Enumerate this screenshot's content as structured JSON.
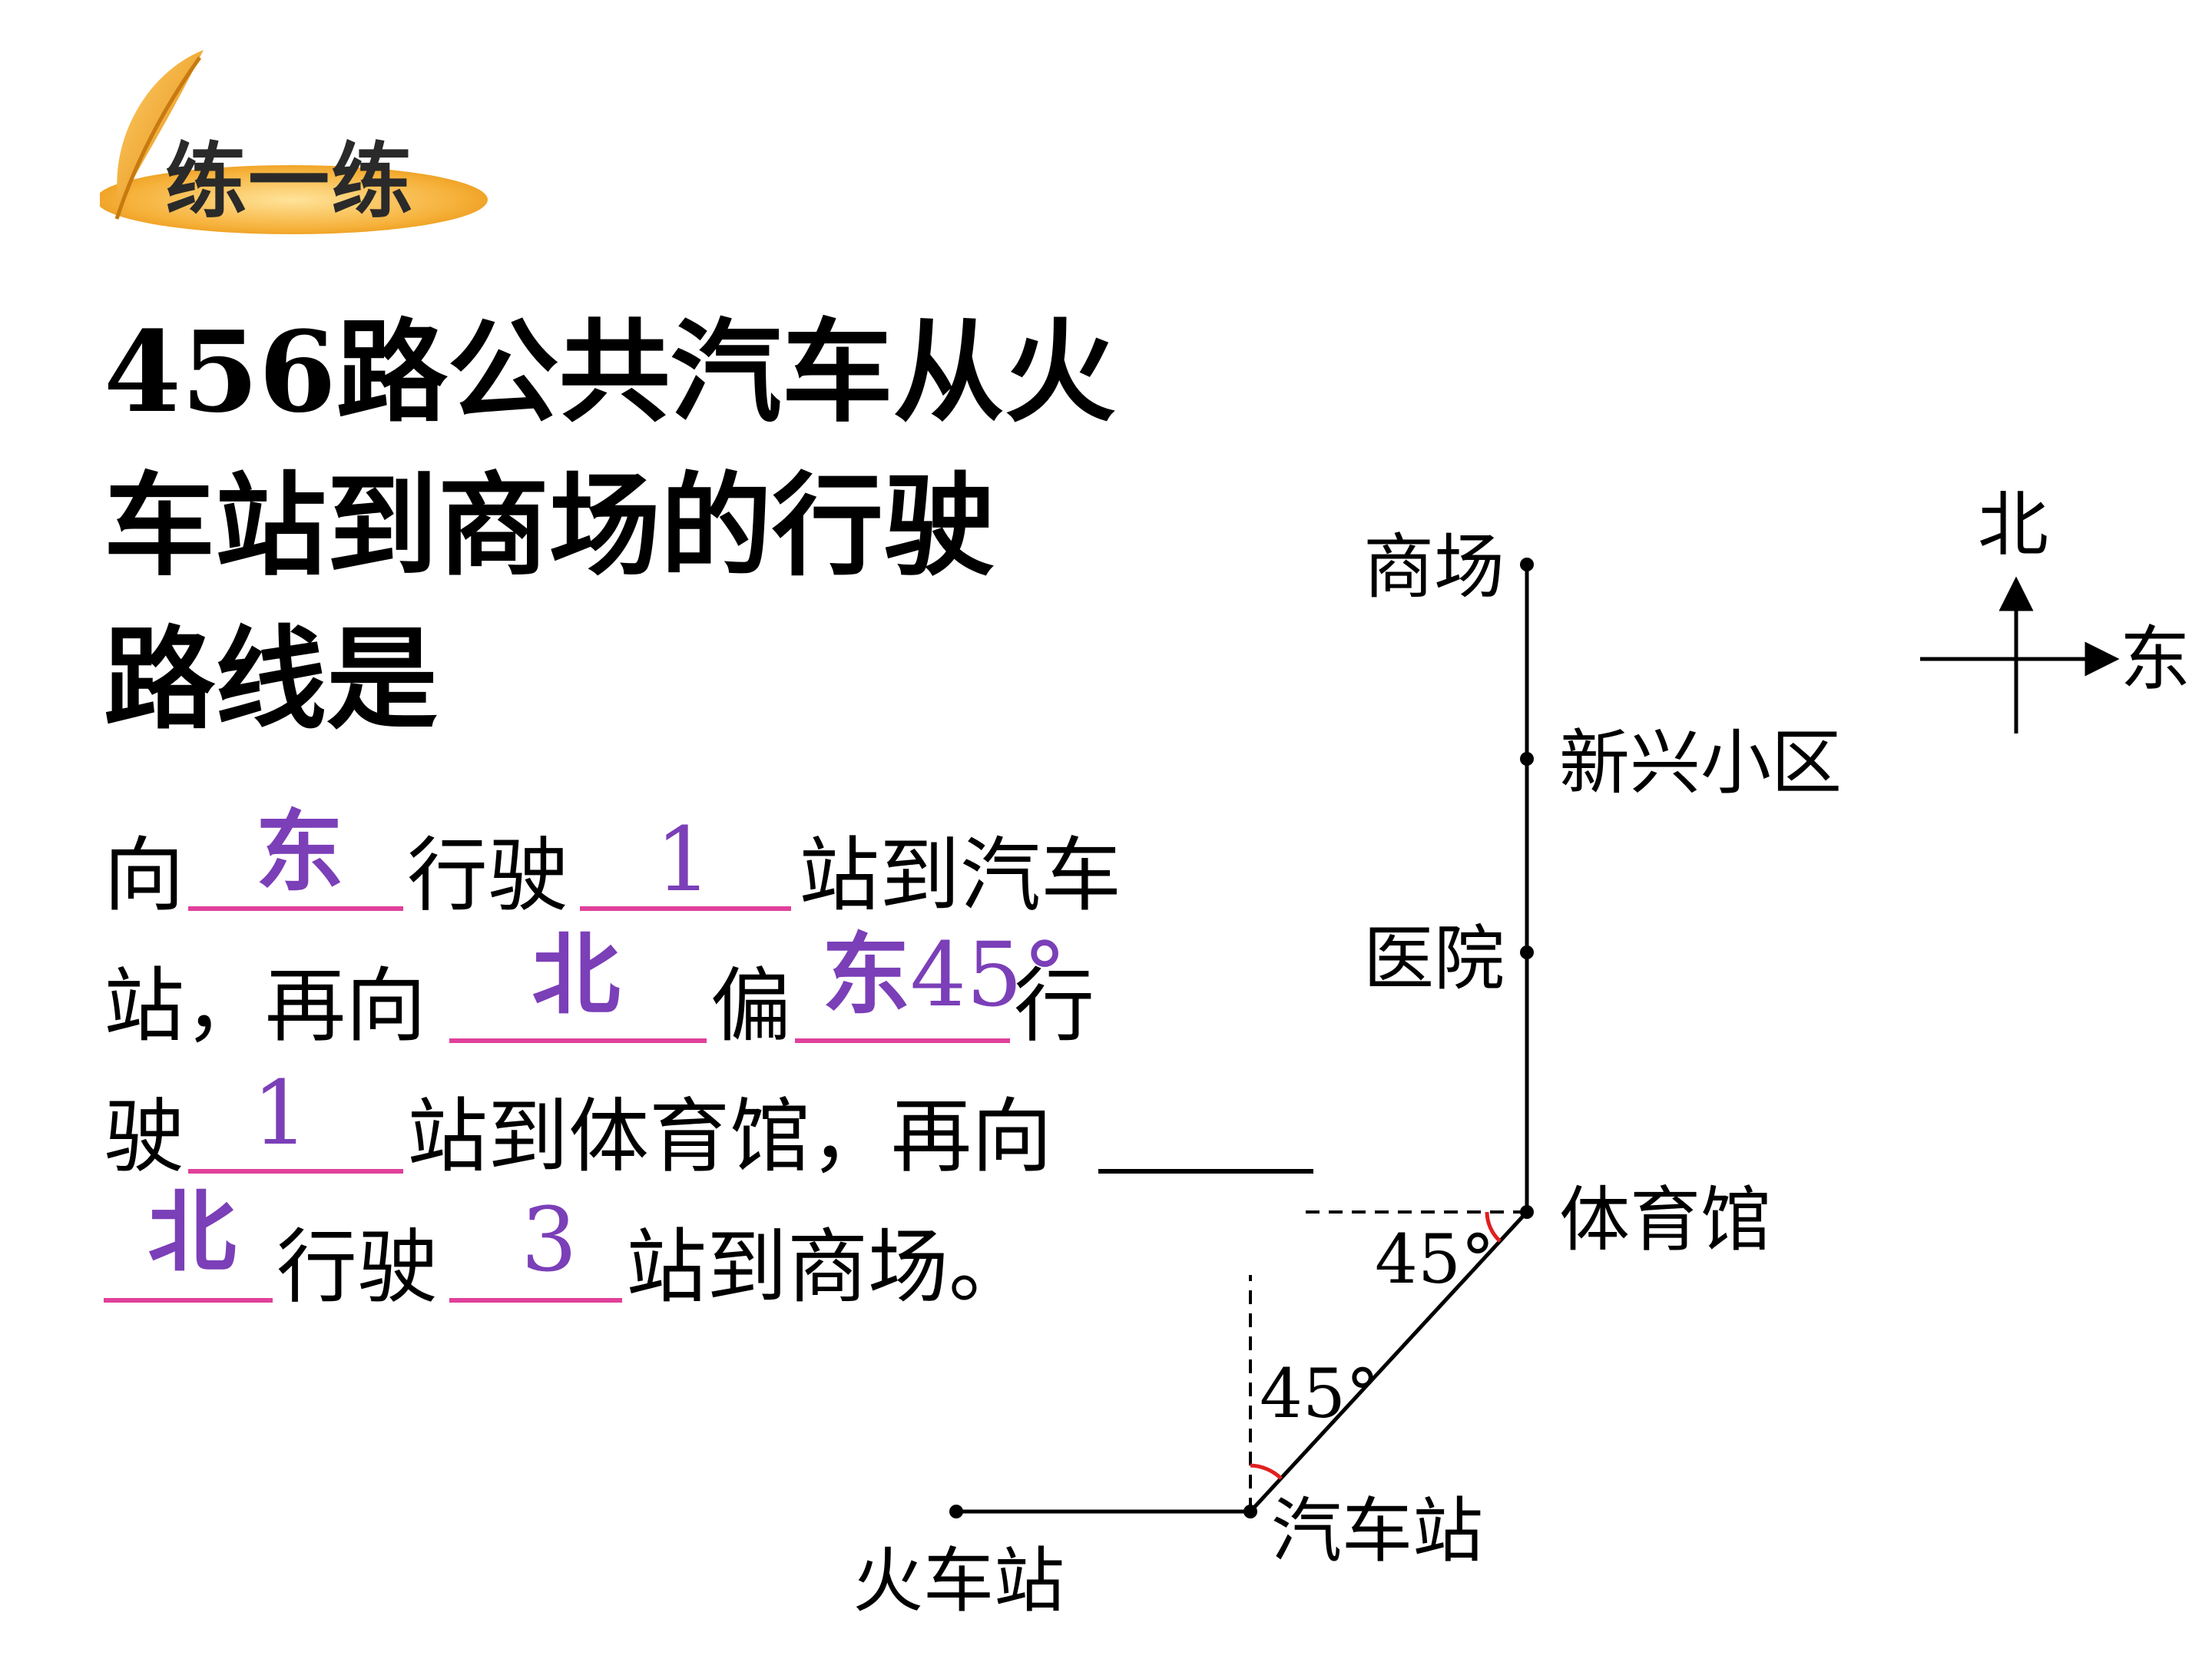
{
  "badge": {
    "label": "练一练",
    "accent": "#f2a020"
  },
  "title": {
    "lines": [
      "456路公共汽车从火",
      "车站到商场的行驶",
      "路线是"
    ]
  },
  "question": {
    "t1": "向",
    "a1": "东",
    "t2": "行驶",
    "a2": "1",
    "t3": "站到汽车",
    "t4": "站，再向",
    "a3": "北",
    "t5": "偏",
    "a4a": "东",
    "a4b": "45°",
    "t6": "行",
    "t7": "驶",
    "a5": "1",
    "t8": "站到体育馆，再向",
    "a6": "北",
    "t9": "行驶",
    "a7": "3",
    "t10": "站到商场。",
    "answer_color": "#7b3fb8",
    "blank_color": "#e0409a"
  },
  "diagram": {
    "places": [
      "商场",
      "新兴小区",
      "医院",
      "体育馆",
      "汽车站",
      "火车站"
    ],
    "angle_upper": "45°",
    "angle_lower": "45°",
    "compass": {
      "north": "北",
      "east": "东"
    },
    "angle_mark_color": "#e02020"
  }
}
